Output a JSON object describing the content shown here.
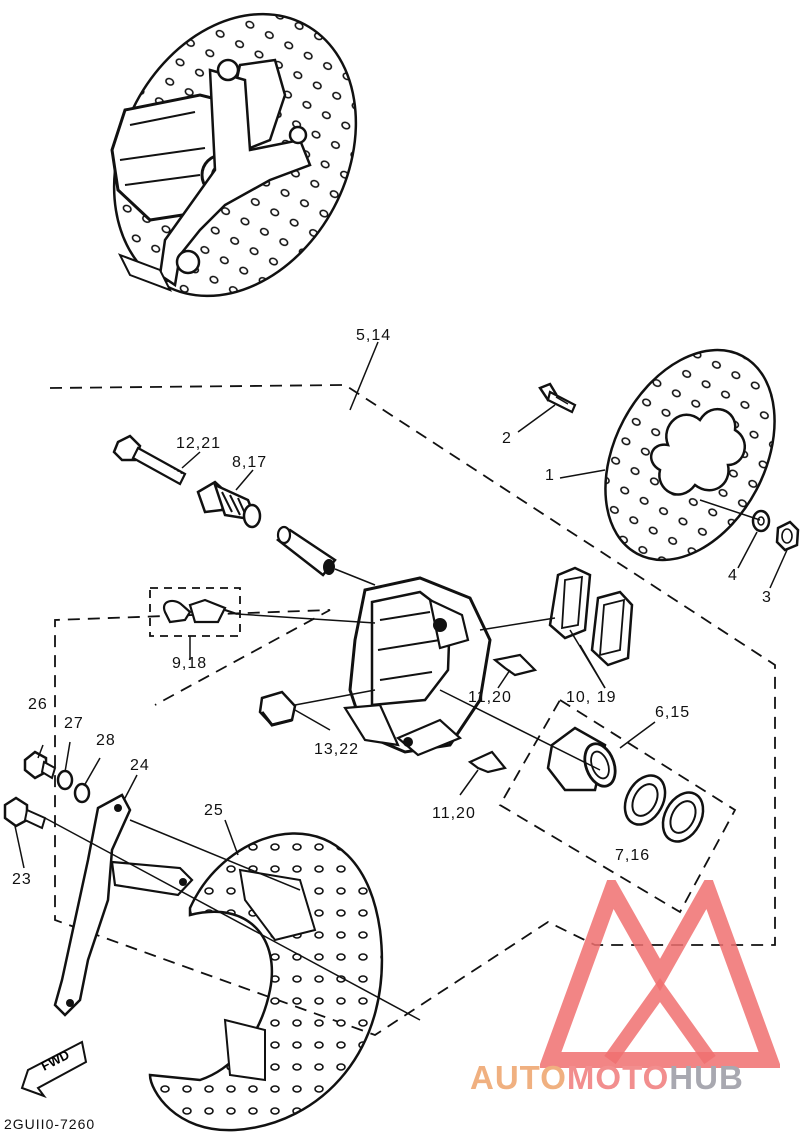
{
  "diagram": {
    "callouts": [
      {
        "id": "c-5-14",
        "text": "5,14"
      },
      {
        "id": "c-12-21",
        "text": "12,21"
      },
      {
        "id": "c-8-17",
        "text": "8,17"
      },
      {
        "id": "c-2",
        "text": "2"
      },
      {
        "id": "c-1",
        "text": "1"
      },
      {
        "id": "c-4",
        "text": "4"
      },
      {
        "id": "c-3",
        "text": "3"
      },
      {
        "id": "c-9-18",
        "text": "9,18"
      },
      {
        "id": "c-11-20a",
        "text": "11,20"
      },
      {
        "id": "c-10-19",
        "text": "10, 19"
      },
      {
        "id": "c-6-15",
        "text": "6,15"
      },
      {
        "id": "c-13-22",
        "text": "13,22"
      },
      {
        "id": "c-11-20b",
        "text": "11,20"
      },
      {
        "id": "c-7-16",
        "text": "7,16"
      },
      {
        "id": "c-26",
        "text": "26"
      },
      {
        "id": "c-27",
        "text": "27"
      },
      {
        "id": "c-28",
        "text": "28"
      },
      {
        "id": "c-24",
        "text": "24"
      },
      {
        "id": "c-25",
        "text": "25"
      },
      {
        "id": "c-23",
        "text": "23"
      }
    ],
    "fwd_label": "FWD",
    "drawing_code": "2GUII0-7260"
  },
  "watermark": {
    "part1": "AUTO",
    "part2": "MOTO",
    "part3": "HUB",
    "colors": {
      "auto": "#f0b080",
      "moto": "#f28e8e",
      "hub": "#a8a8b0",
      "logo": "#f07070"
    }
  }
}
